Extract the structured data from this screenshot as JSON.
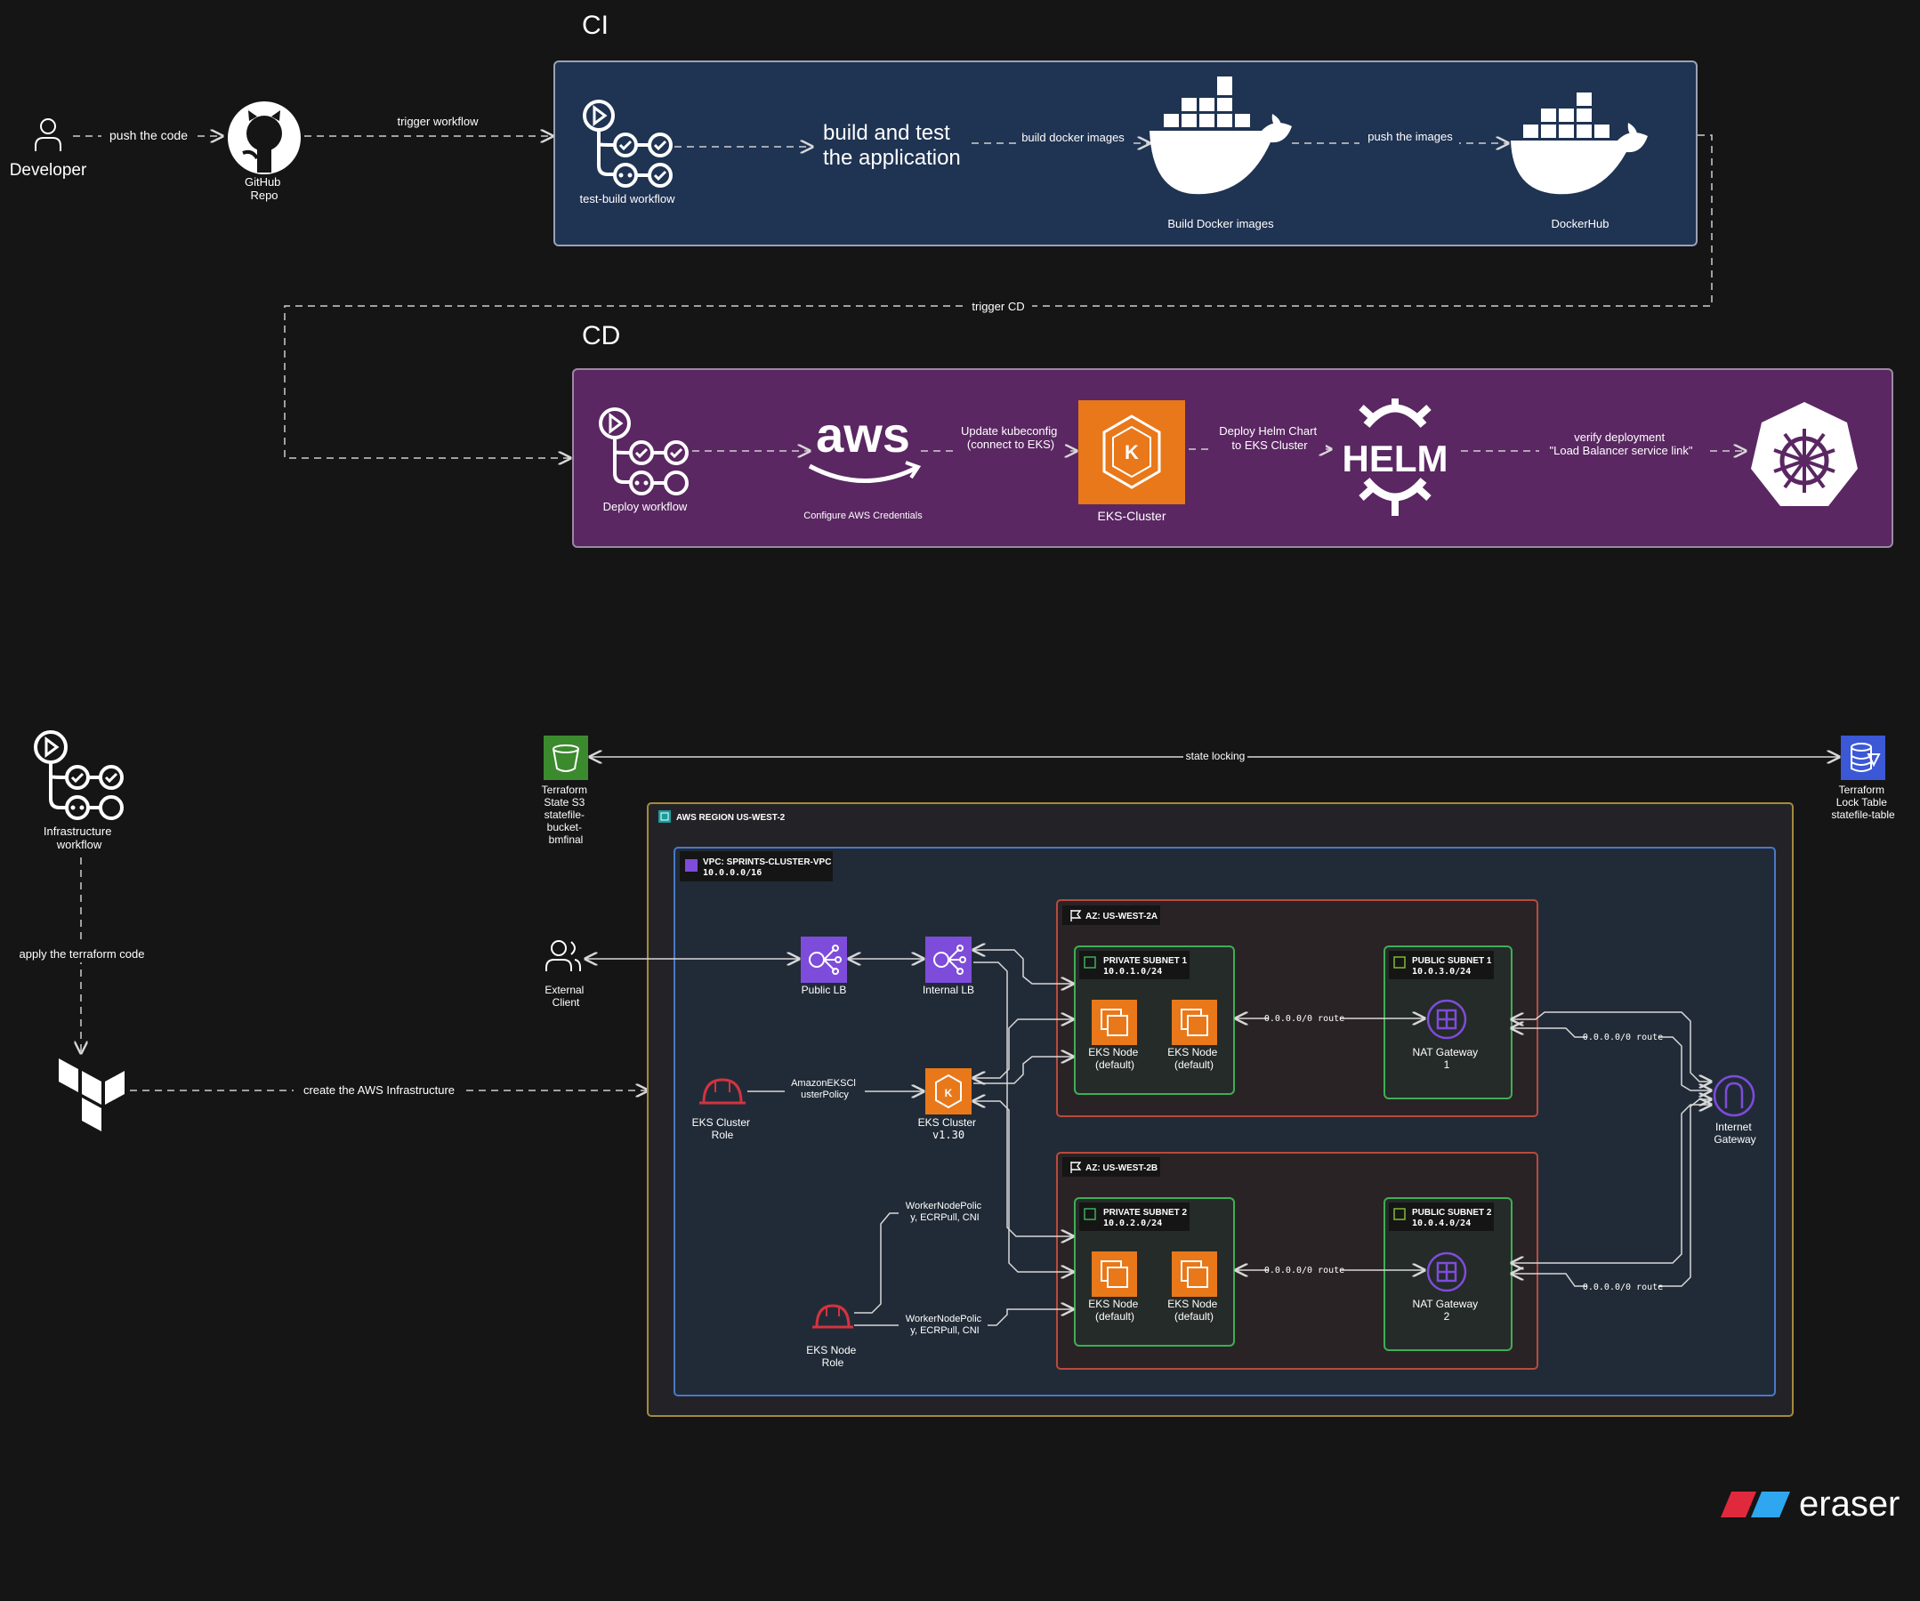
{
  "ci": {
    "heading": "CI",
    "developer": "Developer",
    "push_code": "push the code",
    "github": [
      "GitHub",
      "Repo"
    ],
    "trigger_workflow": "trigger workflow",
    "workflow": "test-build workflow",
    "build_test": [
      "build and test",
      "the application"
    ],
    "build_images_edge": "build docker images",
    "build_images": "Build Docker images",
    "push_images": "push the images",
    "dockerhub": "DockerHub"
  },
  "trigger_cd": "trigger CD",
  "cd": {
    "heading": "CD",
    "workflow": "Deploy workflow",
    "aws_logo": "aws",
    "configure_aws": "Configure AWS Credentials",
    "update_kubeconfig": [
      "Update kubeconfig",
      "(connect to EKS)"
    ],
    "eks_cluster": "EKS-Cluster",
    "deploy_helm": [
      "Deploy Helm Chart",
      "to EKS Cluster"
    ],
    "helm_logo": "HELM",
    "verify": [
      "verify deployment",
      "\"Load Balancer service link\""
    ]
  },
  "infra": {
    "workflow": [
      "Infrastructure",
      "workflow"
    ],
    "apply_terraform": "apply the terraform code",
    "create_infra": "create the AWS Infrastructure",
    "s3": [
      "Terraform",
      "State S3",
      "statefile-",
      "bucket-",
      "bmfinal"
    ],
    "state_locking": "state locking",
    "lock_table": [
      "Terraform",
      "Lock Table",
      "statefile-table"
    ],
    "region": "AWS REGION US-WEST-2",
    "vpc": [
      "VPC: SPRINTS-CLUSTER-VPC",
      "10.0.0.0/16"
    ],
    "external_client": [
      "External",
      "Client"
    ],
    "public_lb": "Public LB",
    "internal_lb": "Internal LB",
    "eks_cluster_role": [
      "EKS Cluster",
      "Role"
    ],
    "cluster_policy": [
      "AmazonEKSCl",
      "usterPolicy"
    ],
    "eks_cluster": [
      "EKS Cluster",
      "v1.30"
    ],
    "worker_policy_1": [
      "WorkerNodePolic",
      "y, ECRPull, CNI"
    ],
    "worker_policy_2": [
      "WorkerNodePolic",
      "y, ECRPull, CNI"
    ],
    "eks_node_role": [
      "EKS Node",
      "Role"
    ],
    "az_a": "AZ: US-WEST-2A",
    "az_b": "AZ: US-WEST-2B",
    "private_subnet_1": [
      "PRIVATE SUBNET 1",
      "10.0.1.0/24"
    ],
    "private_subnet_2": [
      "PRIVATE SUBNET 2",
      "10.0.2.0/24"
    ],
    "public_subnet_1": [
      "PUBLIC SUBNET 1",
      "10.0.3.0/24"
    ],
    "public_subnet_2": [
      "PUBLIC SUBNET 2",
      "10.0.4.0/24"
    ],
    "eks_node": [
      "EKS Node",
      "(default)"
    ],
    "nat_gateway_1": [
      "NAT Gateway",
      "1"
    ],
    "nat_gateway_2": [
      "NAT Gateway",
      "2"
    ],
    "route": "0.0.0.0/0 route",
    "internet_gateway": [
      "Internet",
      "Gateway"
    ]
  },
  "brand": "eraser",
  "colors": {
    "background": "#151515",
    "ci_panel": "#1f3352",
    "cd_panel": "#5a2762",
    "region_border": "#a58a3c",
    "vpc_border": "#4a78c8",
    "az_border": "#b94a3c",
    "subnet_border": "#3fae57",
    "aws_orange": "#e9781a",
    "aws_purple": "#7e4cdb",
    "aws_red": "#d4333f",
    "s3_green": "#3c8a2e",
    "dynamo_blue": "#3b58d6"
  }
}
